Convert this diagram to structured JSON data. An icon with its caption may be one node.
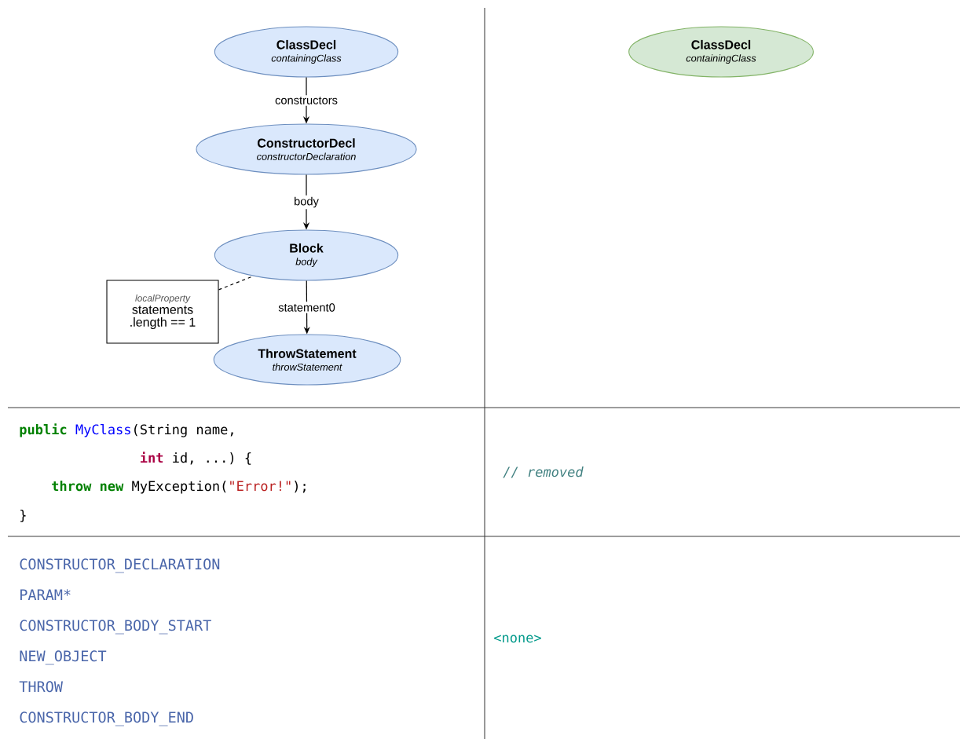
{
  "diagram": {
    "nodes": [
      {
        "text": [
          "ClassDecl",
          "containingClass"
        ]
      },
      {
        "text": [
          "ConstructorDecl",
          "constructorDeclaration"
        ]
      },
      {
        "text": [
          "Block",
          "body"
        ]
      },
      {
        "text": [
          "ThrowStatement",
          "throwStatement"
        ]
      },
      {
        "text": [
          "localProperty",
          "statements .length == 1"
        ]
      },
      {
        "text": [
          "ClassDecl",
          "containingClass"
        ]
      }
    ],
    "edges": [
      {
        "from": 0,
        "to": 1,
        "arrow": "to",
        "label": "constructors"
      },
      {
        "from": 1,
        "to": 2,
        "arrow": "to",
        "label": "body"
      },
      {
        "from": 2,
        "to": 3,
        "arrow": "to",
        "label": "statement0"
      },
      {
        "from": 4,
        "to": 2,
        "arrow": "none",
        "style": "dashed"
      }
    ],
    "labels": [
      "public",
      "MyClass",
      "(String name,",
      "int",
      "id, ...) {",
      "throw",
      "new",
      "MyException(",
      "\"Error!\"",
      ");",
      "}",
      "// removed",
      "CONSTRUCTOR_DECLARATION",
      "PARAM*",
      "CONSTRUCTOR_BODY_START",
      "NEW_OBJECT",
      "THROW",
      "CONSTRUCTOR_BODY_END",
      "<none>"
    ]
  }
}
